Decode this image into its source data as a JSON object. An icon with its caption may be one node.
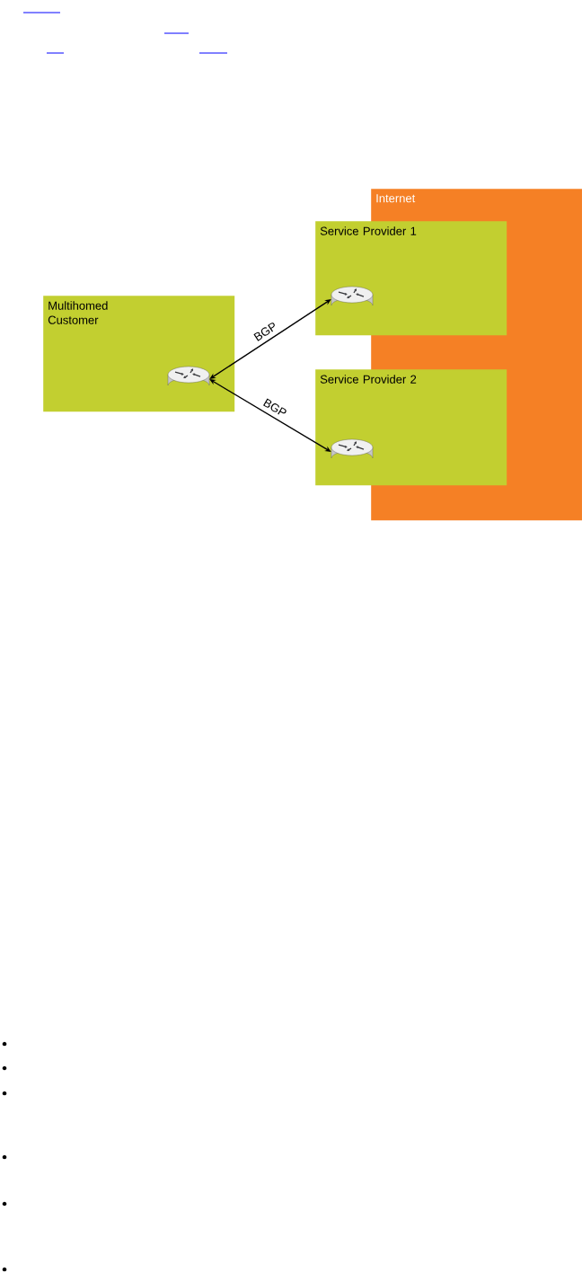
{
  "diagram": {
    "nodes": [
      {
        "text": [
          "Internet"
        ]
      },
      {
        "text": [
          "Service Provider 1"
        ]
      },
      {
        "text": [],
        "shape": "router",
        "in": 1
      },
      {
        "text": [
          "Service Provider 2"
        ]
      },
      {
        "text": [],
        "shape": "router",
        "in": 3
      },
      {
        "text": [
          "Multihomed Customer"
        ]
      },
      {
        "text": [],
        "shape": "router",
        "in": 5
      }
    ],
    "edges": [
      {
        "from": 6,
        "to": 2,
        "arrow": "both",
        "label": "BGP"
      },
      {
        "from": 6,
        "to": 4,
        "arrow": "both",
        "label": "BGP"
      }
    ]
  }
}
